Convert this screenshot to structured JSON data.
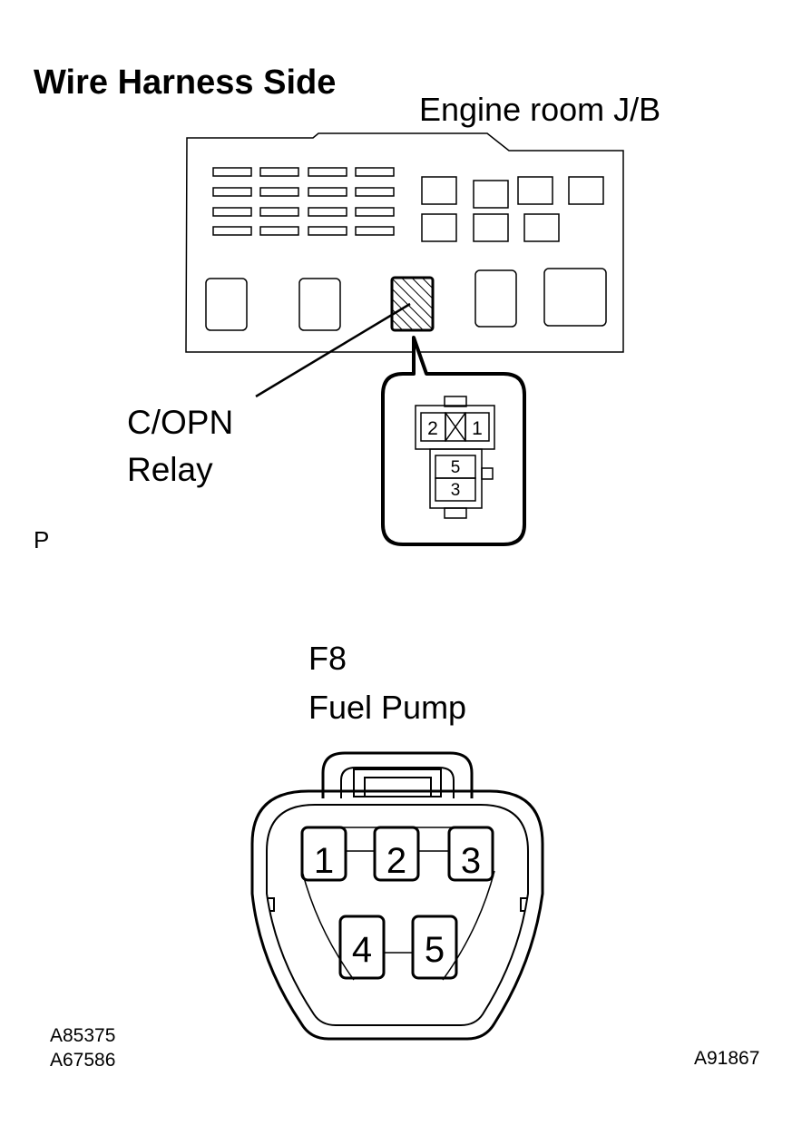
{
  "title": "Wire Harness Side",
  "junction_block": {
    "label": "Engine room J/B"
  },
  "relay": {
    "label_line1": "C/OPN",
    "label_line2": "Relay",
    "terminals": {
      "t2": "2",
      "t1": "1",
      "t5": "5",
      "t3": "3"
    }
  },
  "side_label": "P",
  "connector": {
    "id": "F8",
    "name": "Fuel Pump",
    "pins": {
      "p1": "1",
      "p2": "2",
      "p3": "3",
      "p4": "4",
      "p5": "5"
    }
  },
  "figure_codes": {
    "left_top": "A85375",
    "left_bottom": "A67586",
    "right": "A91867"
  }
}
